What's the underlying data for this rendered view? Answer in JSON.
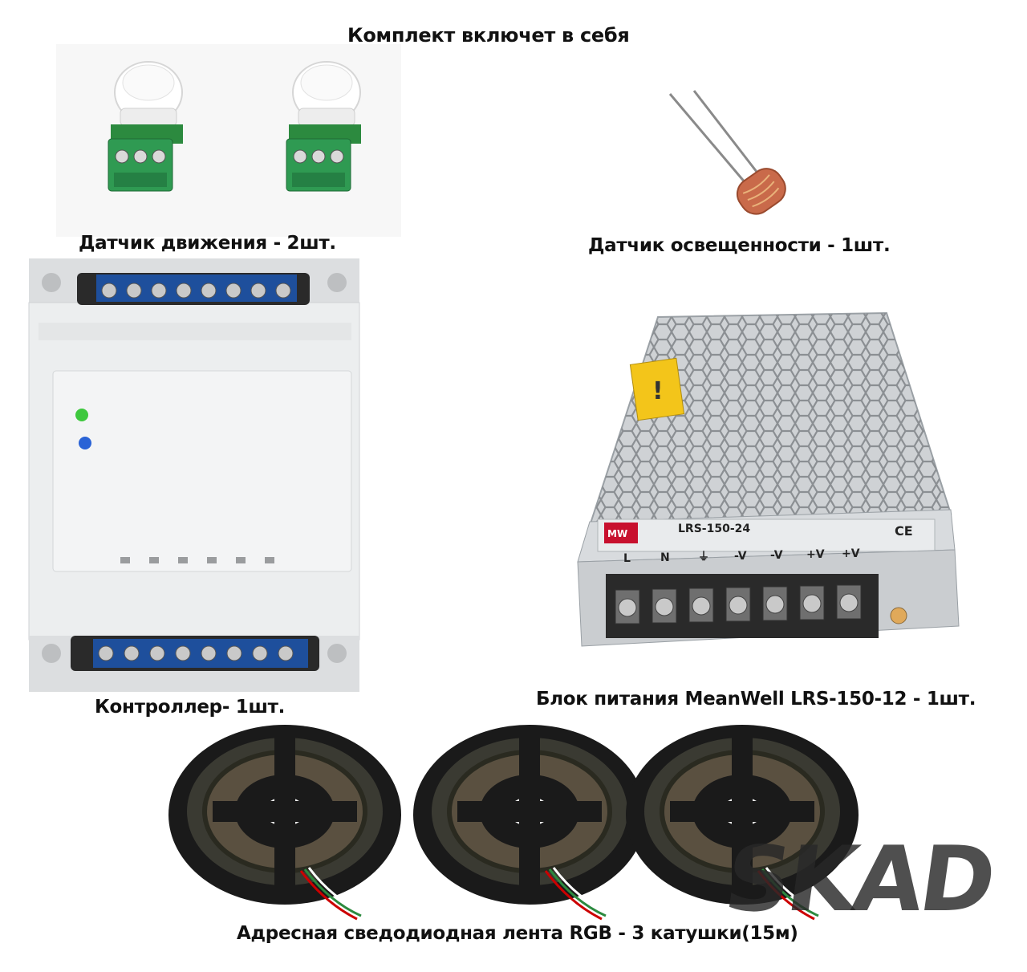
{
  "heading": "Комплект включет в себя",
  "items": {
    "motion_sensor": {
      "caption": "Датчик движения - 2шт."
    },
    "light_sensor": {
      "caption": "Датчик освещенности - 1шт."
    },
    "controller": {
      "caption": "Контроллер- 1шт."
    },
    "power_supply": {
      "caption": "Блок питания MeanWell LRS-150-12 - 1шт.",
      "label_model": "LRS-150-24",
      "terminal_labels": [
        "L",
        "N",
        "⏚",
        "-V",
        "-V",
        "+V",
        "+V"
      ],
      "warning_label": "!"
    },
    "led_strip": {
      "caption": "Адресная сведодиодная лента RGB  - 3 катушки(15м)"
    }
  },
  "watermark": "SKAD",
  "colors": {
    "terminal_blue": "#1e4f9c",
    "pcb_green": "#2f9a52",
    "case_white": "#eceeef",
    "psu_label_yellow": "#f3c51a",
    "reel_black": "#1a1a1a",
    "led_green": "#3ec83e",
    "led_blue": "#2a63d6"
  }
}
